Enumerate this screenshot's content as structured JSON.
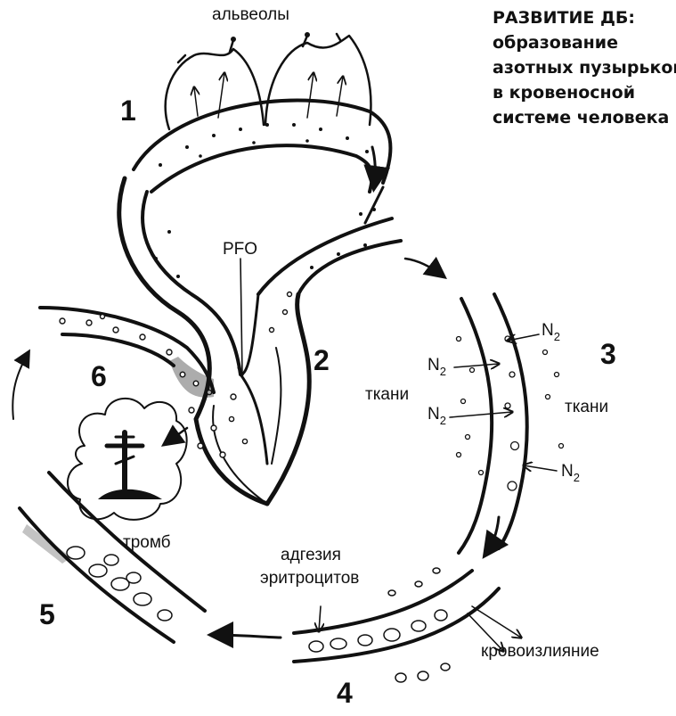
{
  "title_lines": [
    "РАЗВИТИЕ ДБ:",
    "образование",
    "азотных пузырьков",
    "в кровеносной",
    "системе человека"
  ],
  "labels": {
    "alveoli": "альвеолы",
    "pfo": "PFO",
    "tissue_left": "ткани",
    "tissue_right": "ткани",
    "n2_1": "N",
    "n2_2": "N",
    "n2_3": "N",
    "n2_4": "N",
    "n2_sub": "2",
    "thrombus": "тромб",
    "adhesion_line1": "адгезия",
    "adhesion_line2": "эритроцитов",
    "hemorrhage": "кровоизлияние"
  },
  "stage_numbers": [
    "1",
    "2",
    "3",
    "4",
    "5",
    "6"
  ],
  "colors": {
    "ink": "#111111",
    "background": "#ffffff"
  },
  "icons": [
    "orthodox-cross-icon",
    "grave-mound-icon",
    "cloud-icon"
  ]
}
